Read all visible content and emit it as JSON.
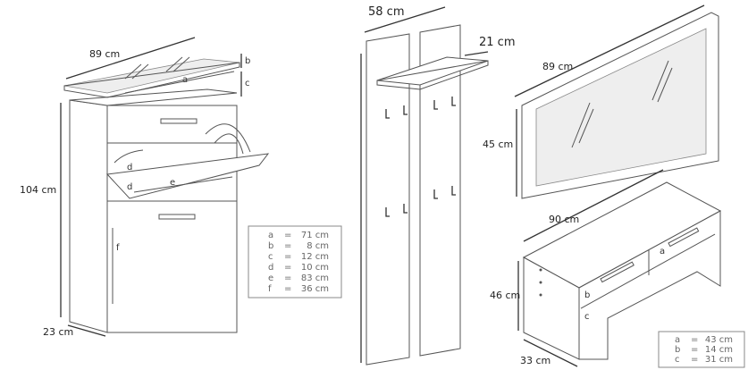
{
  "shoe_cabinet": {
    "width": "89 cm",
    "height": "104 cm",
    "depth": "23 cm",
    "markers": {
      "a": "a",
      "b": "b",
      "c": "c",
      "d": "d",
      "e": "e",
      "f": "f"
    },
    "legend": [
      {
        "key": "a",
        "eq": "=",
        "value": "71 cm"
      },
      {
        "key": "b",
        "eq": "=",
        "value": "8 cm"
      },
      {
        "key": "c",
        "eq": "=",
        "value": "12 cm"
      },
      {
        "key": "d",
        "eq": "=",
        "value": "10 cm"
      },
      {
        "key": "e",
        "eq": "=",
        "value": "83 cm"
      },
      {
        "key": "f",
        "eq": "=",
        "value": "36 cm"
      }
    ]
  },
  "coat_rack": {
    "width": "58 cm",
    "shelf_depth": "21 cm"
  },
  "mirror": {
    "width": "89 cm",
    "height": "45 cm"
  },
  "bench": {
    "width": "90 cm",
    "height": "46 cm",
    "depth": "33 cm",
    "markers": {
      "a": "a",
      "b": "b",
      "c": "c"
    },
    "legend": [
      {
        "key": "a",
        "eq": "=",
        "value": "43 cm"
      },
      {
        "key": "b",
        "eq": "=",
        "value": "14 cm"
      },
      {
        "key": "c",
        "eq": "=",
        "value": "31 cm"
      }
    ]
  }
}
